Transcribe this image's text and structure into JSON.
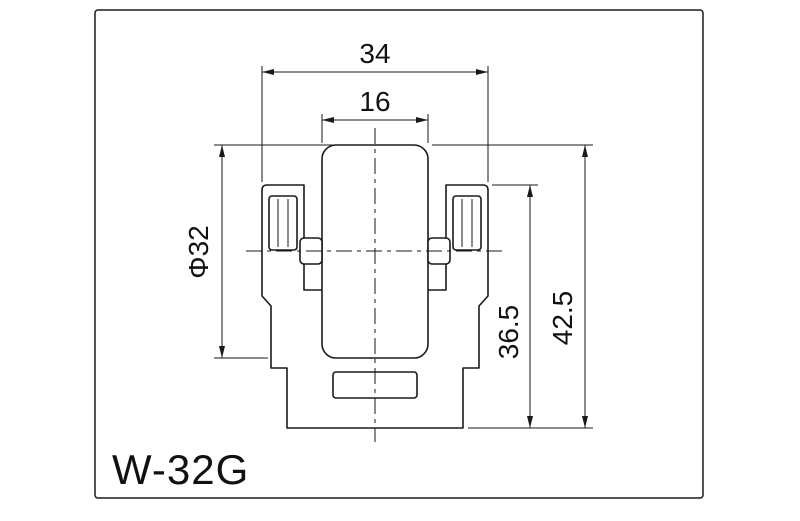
{
  "title": "W-32G",
  "dimensions": {
    "frame_width": "34",
    "roller_width": "16",
    "roller_diameter": "Φ32",
    "frame_height": "36.5",
    "overall_height": "42.5"
  },
  "colors": {
    "line": "#1a1a1a",
    "background": "#ffffff"
  }
}
